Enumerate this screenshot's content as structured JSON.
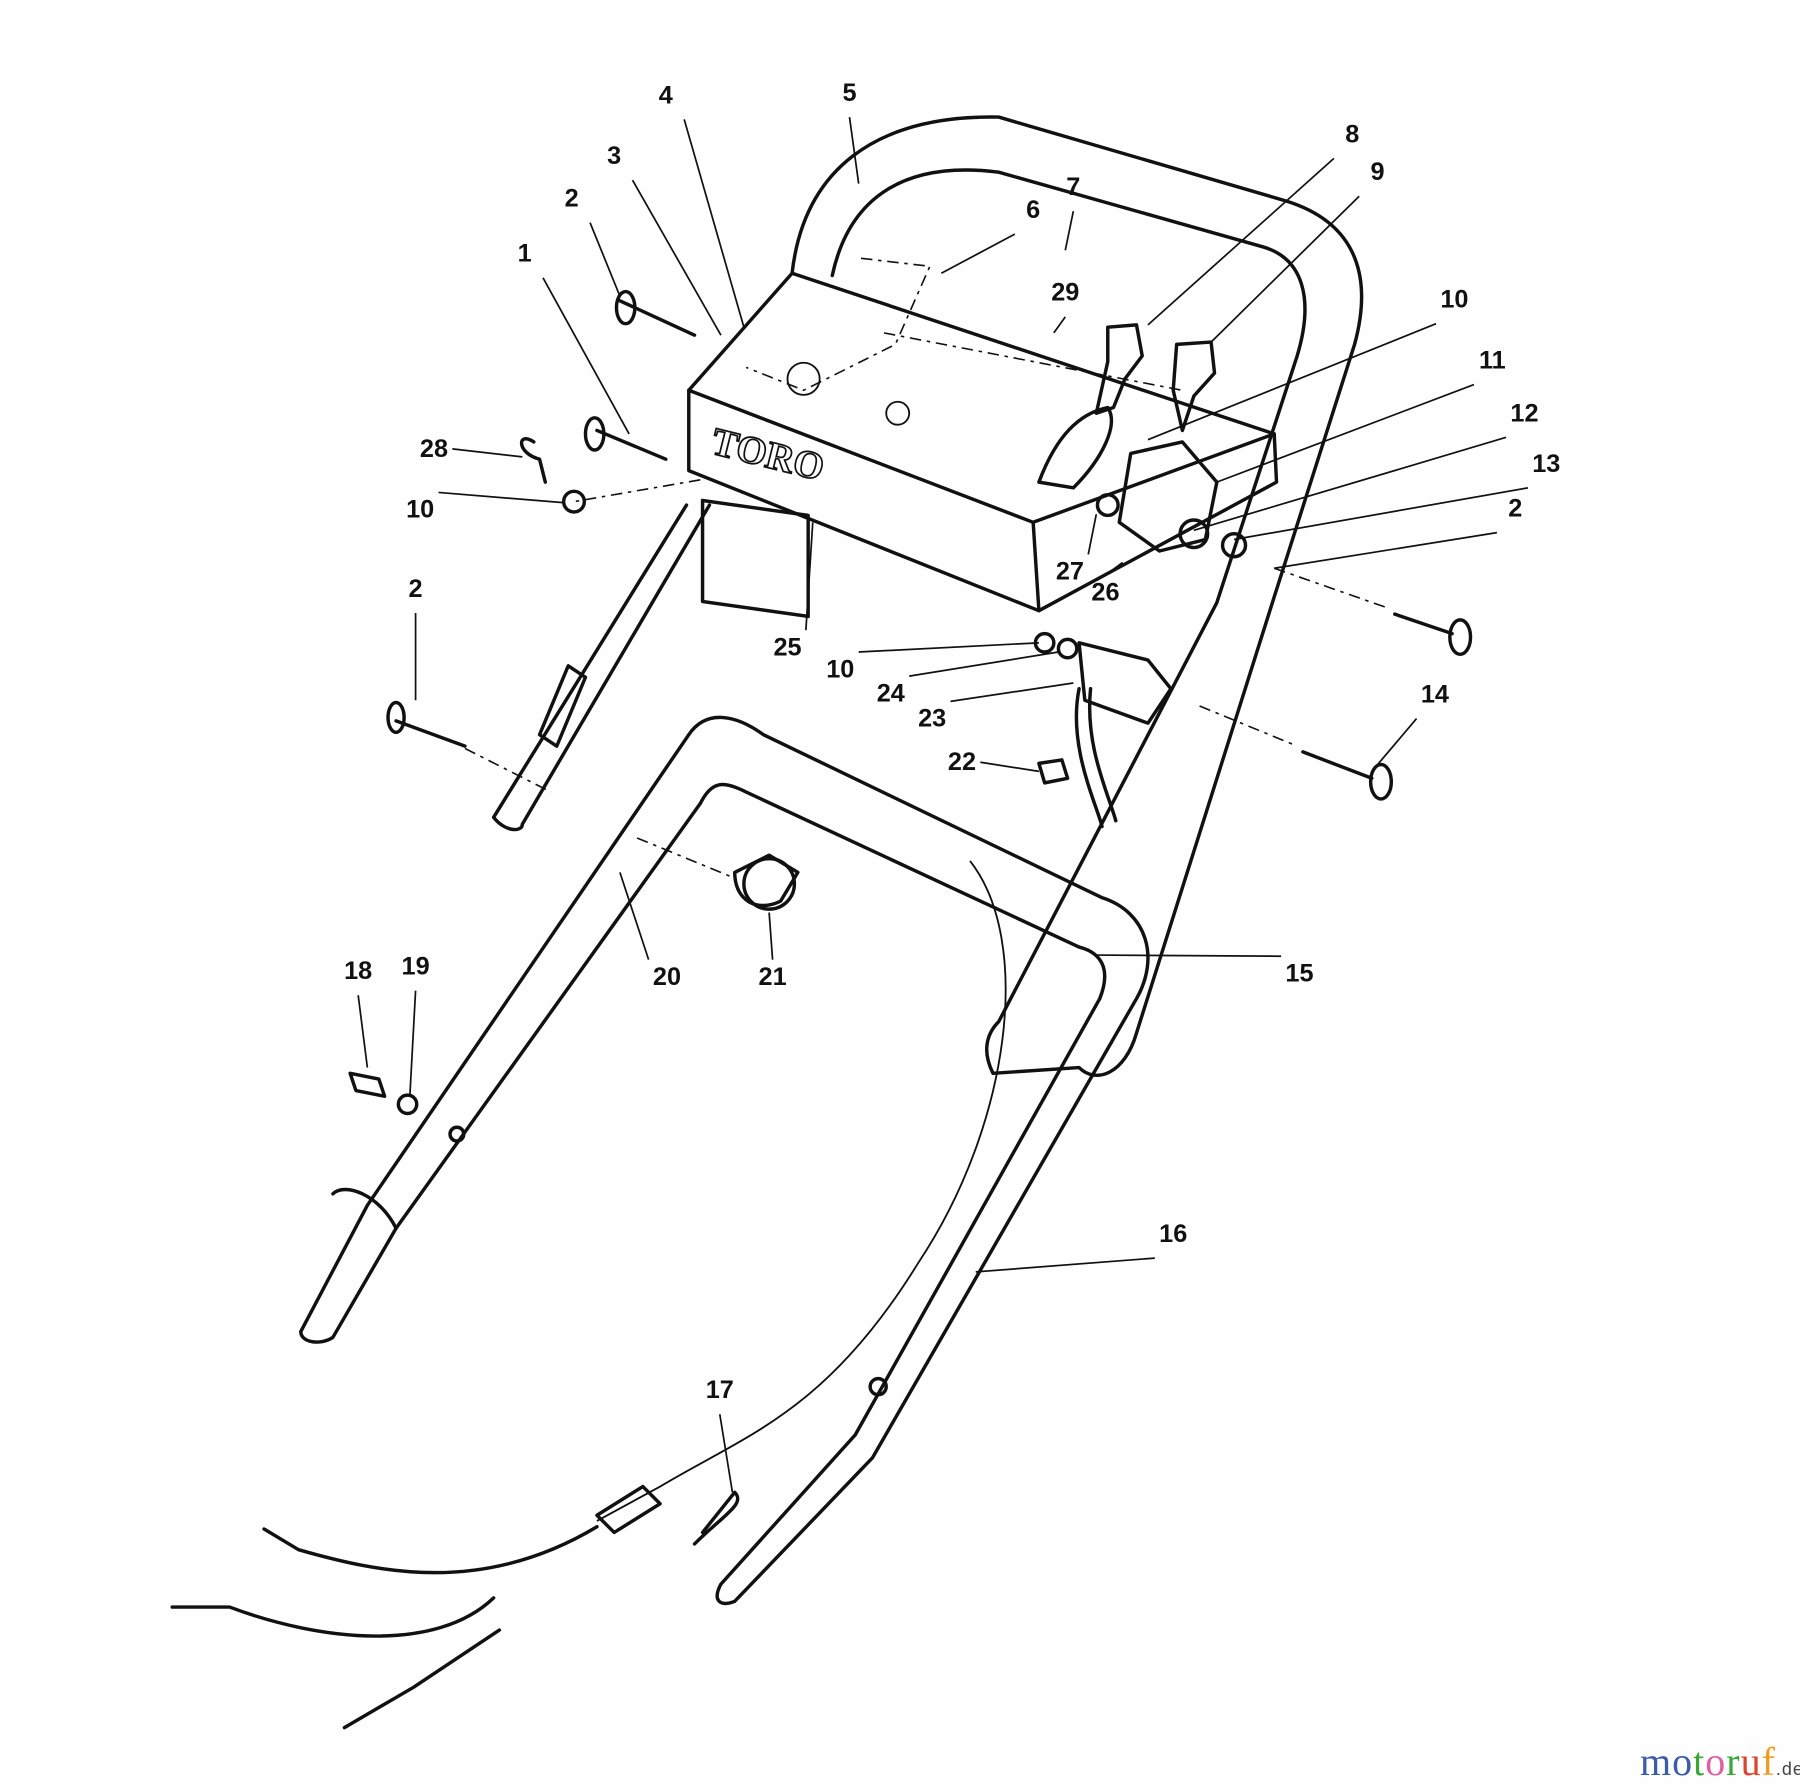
{
  "diagram": {
    "logo_text": "TORO",
    "callouts": [
      "1",
      "2",
      "3",
      "4",
      "5",
      "6",
      "7",
      "8",
      "9",
      "10",
      "11",
      "12",
      "13",
      "2",
      "14",
      "15",
      "16",
      "17",
      "18",
      "19",
      "20",
      "21",
      "22",
      "23",
      "24",
      "10",
      "25",
      "26",
      "27",
      "28",
      "10",
      "2",
      "29"
    ]
  },
  "watermark": {
    "name": "motoruf",
    "suffix": ".de",
    "colors": [
      "#3b5bab",
      "#3b5bab",
      "#3aa63a",
      "#e05fa6",
      "#3aa63a",
      "#e0432b",
      "#f39a1e",
      "#f2c21e"
    ]
  }
}
